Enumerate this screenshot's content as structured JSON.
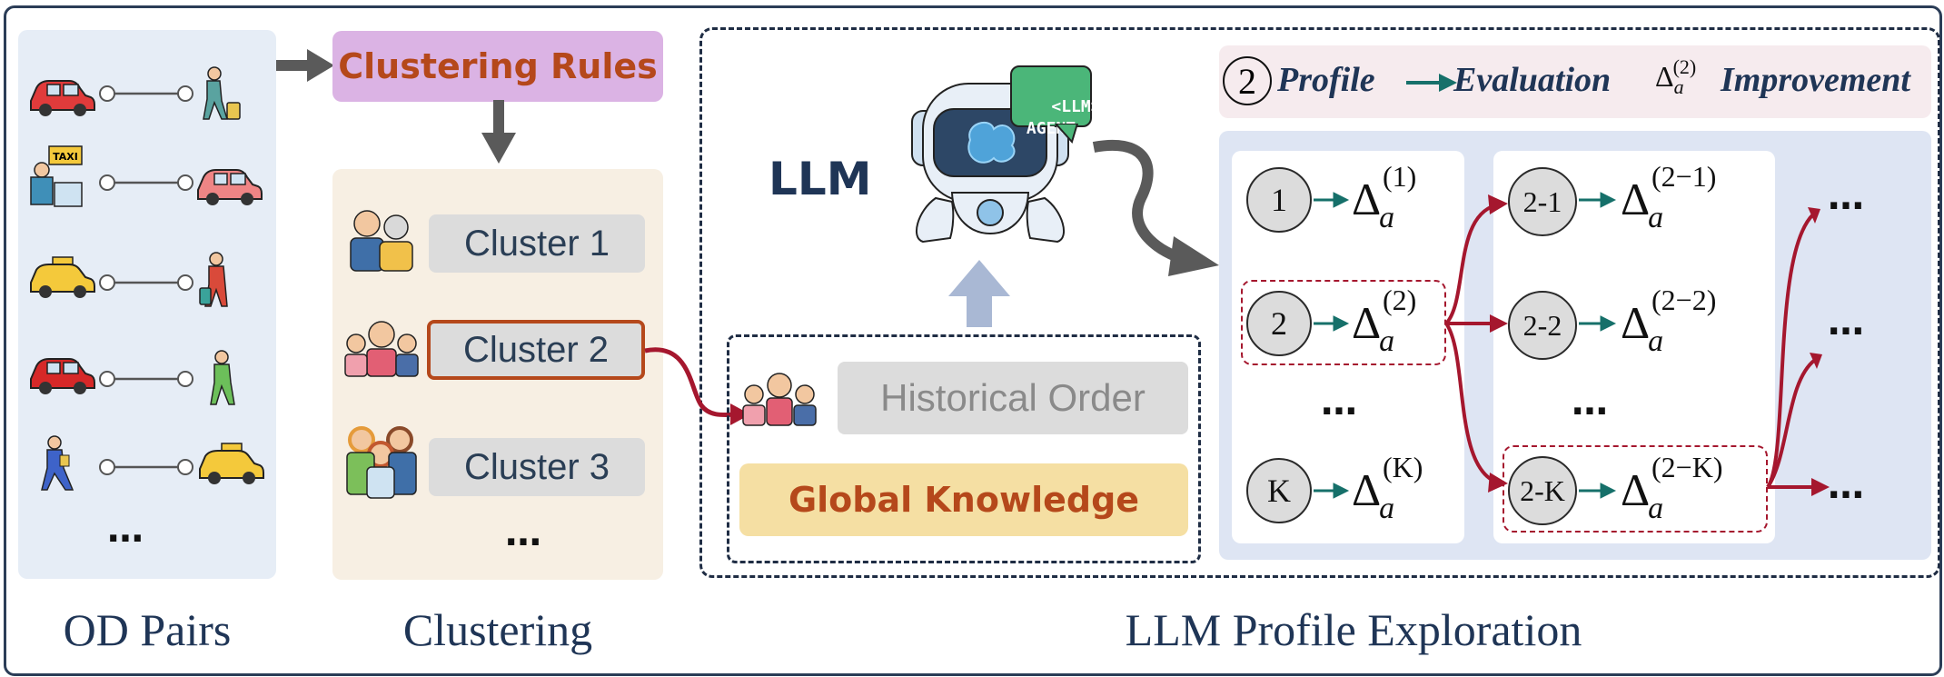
{
  "captions": {
    "od_pairs": "OD Pairs",
    "clustering": "Clustering",
    "llm_profile_exploration": "LLM Profile Exploration"
  },
  "clustering_rules": "Clustering Rules",
  "clusters": [
    "Cluster 1",
    "Cluster 2",
    "Cluster 3"
  ],
  "llm_label": "LLM",
  "agent_badge": "<LLM>\nAGENT",
  "historical_order": "Historical Order",
  "global_knowledge": "Global Knowledge",
  "header": {
    "step": "2",
    "profile": "Profile",
    "evaluation": "Evaluation",
    "delta_base": "Δ",
    "delta_sub": "a",
    "delta_sup": "(2)",
    "improvement": "Improvement"
  },
  "left_column": {
    "nodes": [
      {
        "label": "1",
        "sup": "(1)"
      },
      {
        "label": "2",
        "sup": "(2)"
      },
      {
        "label": "K",
        "sup": "(K)"
      }
    ]
  },
  "right_column": {
    "nodes": [
      {
        "label": "2-1",
        "sup": "(2−1)"
      },
      {
        "label": "2-2",
        "sup": "(2−2)"
      },
      {
        "label": "2-K",
        "sup": "(2−K)"
      }
    ]
  },
  "delta_symbol": "Δ",
  "delta_subscript": "a",
  "ellipsis": "…",
  "colors": {
    "accent_red": "#a5172e",
    "teal_arrow": "#16706a",
    "cluster2_border": "#b5481b",
    "rules_bg": "#dbb3e4",
    "rules_text": "#b5481b",
    "global_bg": "#f5dfa3",
    "blue_panel": "#dee5f3",
    "sand_panel": "#f7efe3",
    "od_panel": "#e6edf6"
  }
}
